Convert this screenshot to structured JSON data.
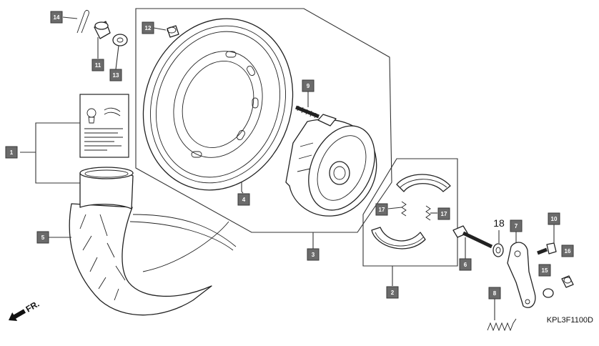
{
  "callouts": {
    "c1": "1",
    "c2": "2",
    "c3": "3",
    "c4": "4",
    "c5": "5",
    "c6": "6",
    "c7": "7",
    "c8": "8",
    "c9": "9",
    "c10": "10",
    "c11": "11",
    "c12": "12",
    "c13": "13",
    "c14": "14",
    "c15": "15",
    "c16": "16",
    "c17a": "17",
    "c17b": "17"
  },
  "plain_labels": {
    "l18": "18"
  },
  "direction": {
    "front": "FR."
  },
  "figure_code": "KPL3F1100D",
  "colors": {
    "callout_fill": "#6b6b6b",
    "line": "#222222",
    "background": "#ffffff"
  }
}
